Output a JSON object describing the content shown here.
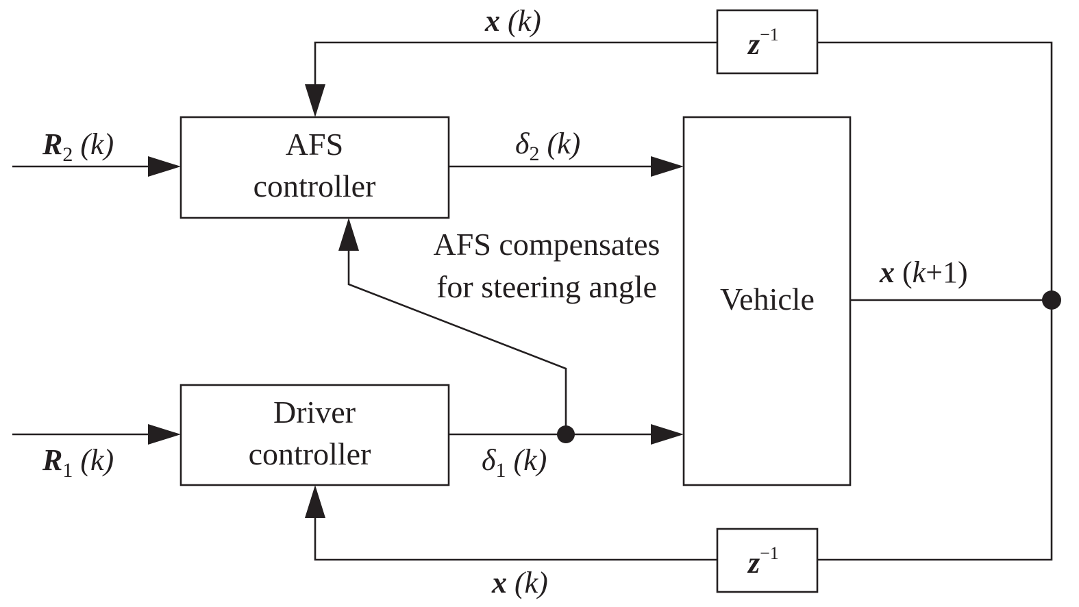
{
  "blocks": {
    "afs_controller": {
      "line1": "AFS",
      "line2": "controller"
    },
    "driver_controller": {
      "line1": "Driver",
      "line2": "controller"
    },
    "vehicle": {
      "label": "Vehicle"
    },
    "delay_top": {
      "base": "z",
      "exp": "−1"
    },
    "delay_bottom": {
      "base": "z",
      "exp": "−1"
    }
  },
  "signals": {
    "r2": {
      "sym": "R",
      "sub": "2",
      "arg": " (k)"
    },
    "r1": {
      "sym": "R",
      "sub": "1",
      "arg": " (k)"
    },
    "delta2": {
      "sym": "δ",
      "sub": "2",
      "arg": " (k)"
    },
    "delta1": {
      "sym": "δ",
      "sub": "1",
      "arg": " (k)"
    },
    "x_top": {
      "sym": "x",
      "arg": " (k)"
    },
    "x_bottom": {
      "sym": "x",
      "arg": " (k)"
    },
    "x_next": {
      "sym": "x",
      "open": " (",
      "k": "k",
      "rest": "+1)"
    }
  },
  "annotation": {
    "line1": "AFS compensates",
    "line2": "for steering angle"
  },
  "colors": {
    "ink": "#231f20",
    "background": "#ffffff"
  }
}
